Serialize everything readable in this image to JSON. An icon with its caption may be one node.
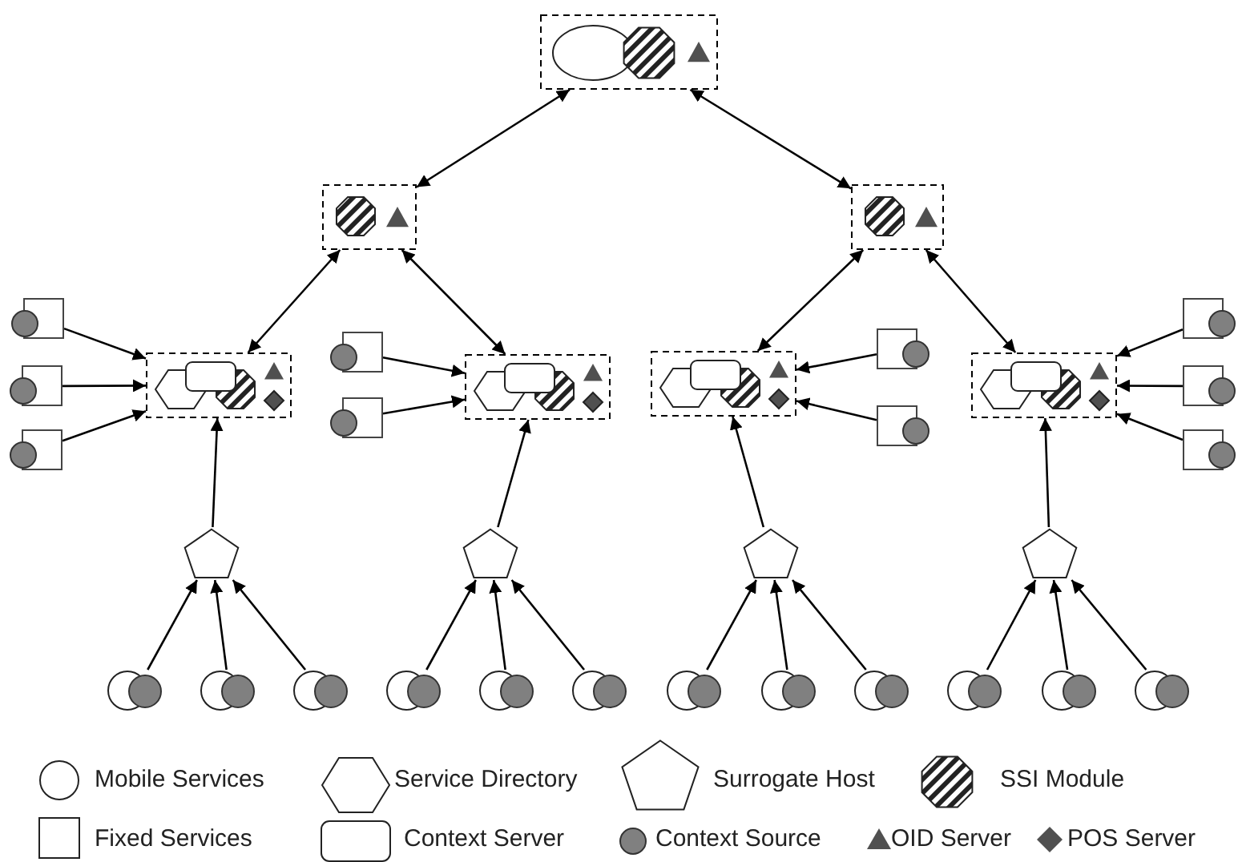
{
  "diagram": {
    "nodes": [
      {
        "text": [],
        "shape": "box"
      },
      {
        "text": [],
        "shape": "box"
      },
      {
        "text": [],
        "shape": "box"
      },
      {
        "text": [],
        "shape": "box"
      },
      {
        "text": [],
        "shape": "box"
      },
      {
        "text": [],
        "shape": "box"
      },
      {
        "text": [],
        "shape": "box"
      },
      {
        "text": [],
        "shape": "box"
      },
      {
        "text": [],
        "shape": "box"
      },
      {
        "text": [],
        "shape": "box"
      },
      {
        "text": [],
        "shape": "box"
      },
      {
        "text": [],
        "shape": "box"
      },
      {
        "text": [],
        "shape": "box"
      },
      {
        "text": [],
        "shape": "box"
      },
      {
        "text": [],
        "shape": "box"
      },
      {
        "text": [],
        "shape": "box"
      },
      {
        "text": [],
        "shape": "box"
      },
      {
        "text": [],
        "shape": "pentagon"
      },
      {
        "text": [],
        "shape": "pentagon"
      },
      {
        "text": [],
        "shape": "pentagon"
      },
      {
        "text": [],
        "shape": "pentagon"
      },
      {
        "text": [],
        "shape": "circle"
      },
      {
        "text": [],
        "shape": "circle"
      },
      {
        "text": [],
        "shape": "circle"
      },
      {
        "text": [],
        "shape": "circle"
      },
      {
        "text": [],
        "shape": "circle"
      },
      {
        "text": [],
        "shape": "circle"
      },
      {
        "text": [],
        "shape": "circle"
      },
      {
        "text": [],
        "shape": "circle"
      },
      {
        "text": [],
        "shape": "circle"
      },
      {
        "text": [],
        "shape": "circle"
      },
      {
        "text": [],
        "shape": "circle"
      },
      {
        "text": [],
        "shape": "circle"
      }
    ],
    "edges": [
      {
        "from": 0,
        "to": 1,
        "arrow": "both"
      },
      {
        "from": 0,
        "to": 2,
        "arrow": "both"
      },
      {
        "from": 1,
        "to": 6,
        "arrow": "both"
      },
      {
        "from": 1,
        "to": 9,
        "arrow": "both"
      },
      {
        "from": 2,
        "to": 10,
        "arrow": "both"
      },
      {
        "from": 2,
        "to": 13,
        "arrow": "both"
      },
      {
        "from": 3,
        "to": 6,
        "arrow": "to"
      },
      {
        "from": 4,
        "to": 6,
        "arrow": "to"
      },
      {
        "from": 5,
        "to": 6,
        "arrow": "to"
      },
      {
        "from": 7,
        "to": 9,
        "arrow": "to"
      },
      {
        "from": 8,
        "to": 9,
        "arrow": "to"
      },
      {
        "from": 11,
        "to": 10,
        "arrow": "to"
      },
      {
        "from": 12,
        "to": 10,
        "arrow": "to"
      },
      {
        "from": 14,
        "to": 13,
        "arrow": "to"
      },
      {
        "from": 15,
        "to": 13,
        "arrow": "to"
      },
      {
        "from": 16,
        "to": 13,
        "arrow": "to"
      },
      {
        "from": 17,
        "to": 6,
        "arrow": "to"
      },
      {
        "from": 18,
        "to": 9,
        "arrow": "to"
      },
      {
        "from": 19,
        "to": 10,
        "arrow": "to"
      },
      {
        "from": 20,
        "to": 13,
        "arrow": "to"
      },
      {
        "from": 21,
        "to": 17,
        "arrow": "to"
      },
      {
        "from": 22,
        "to": 17,
        "arrow": "to"
      },
      {
        "from": 23,
        "to": 17,
        "arrow": "to"
      },
      {
        "from": 24,
        "to": 18,
        "arrow": "to"
      },
      {
        "from": 25,
        "to": 18,
        "arrow": "to"
      },
      {
        "from": 26,
        "to": 18,
        "arrow": "to"
      },
      {
        "from": 27,
        "to": 19,
        "arrow": "to"
      },
      {
        "from": 28,
        "to": 19,
        "arrow": "to"
      },
      {
        "from": 29,
        "to": 19,
        "arrow": "to"
      },
      {
        "from": 30,
        "to": 20,
        "arrow": "to"
      },
      {
        "from": 31,
        "to": 20,
        "arrow": "to"
      },
      {
        "from": 32,
        "to": 20,
        "arrow": "to"
      }
    ],
    "legend": [
      {
        "text": "Mobile Services"
      },
      {
        "text": "Service Directory"
      },
      {
        "text": "Surrogate Host"
      },
      {
        "text": "SSI Module"
      },
      {
        "text": "Fixed Services"
      },
      {
        "text": "Context Server"
      },
      {
        "text": "Context Source"
      },
      {
        "text": "OID Server"
      },
      {
        "text": "POS Server"
      }
    ]
  }
}
